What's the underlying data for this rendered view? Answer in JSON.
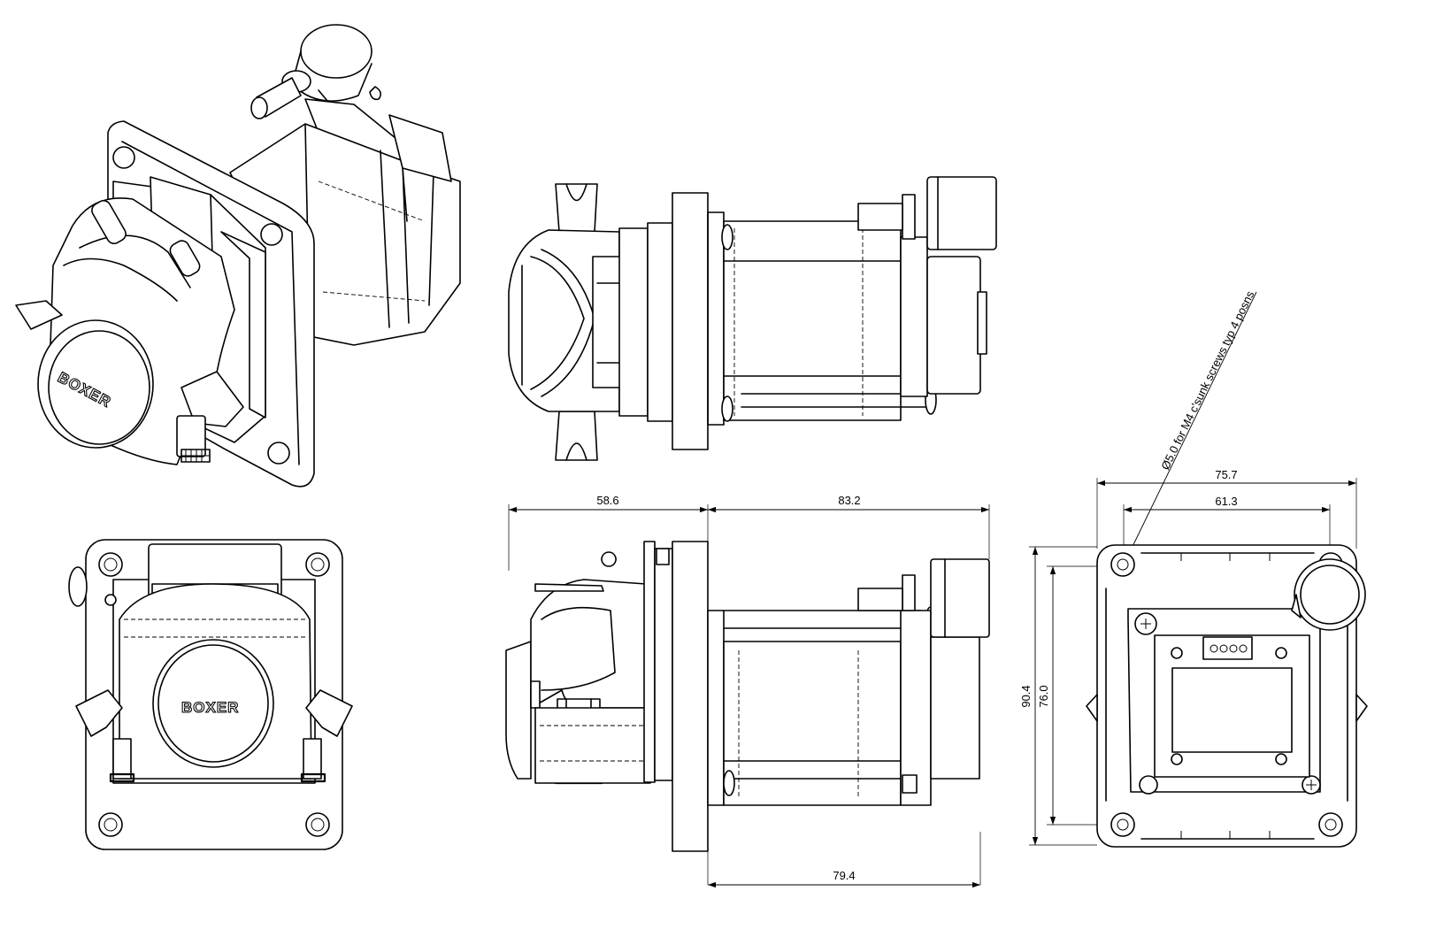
{
  "brand": {
    "logo_text": "BOXER"
  },
  "dimensions": {
    "front_length": "58.6",
    "motor_length": "83.2",
    "motor_body_length": "79.4",
    "overall_width": "75.7",
    "mount_hole_spacing_x": "61.3",
    "overall_height": "90.4",
    "mount_hole_spacing_y": "76.0"
  },
  "notes": {
    "hole_callout": "Ø5.0 for M4 c'sunk screws typ 4 posns"
  }
}
